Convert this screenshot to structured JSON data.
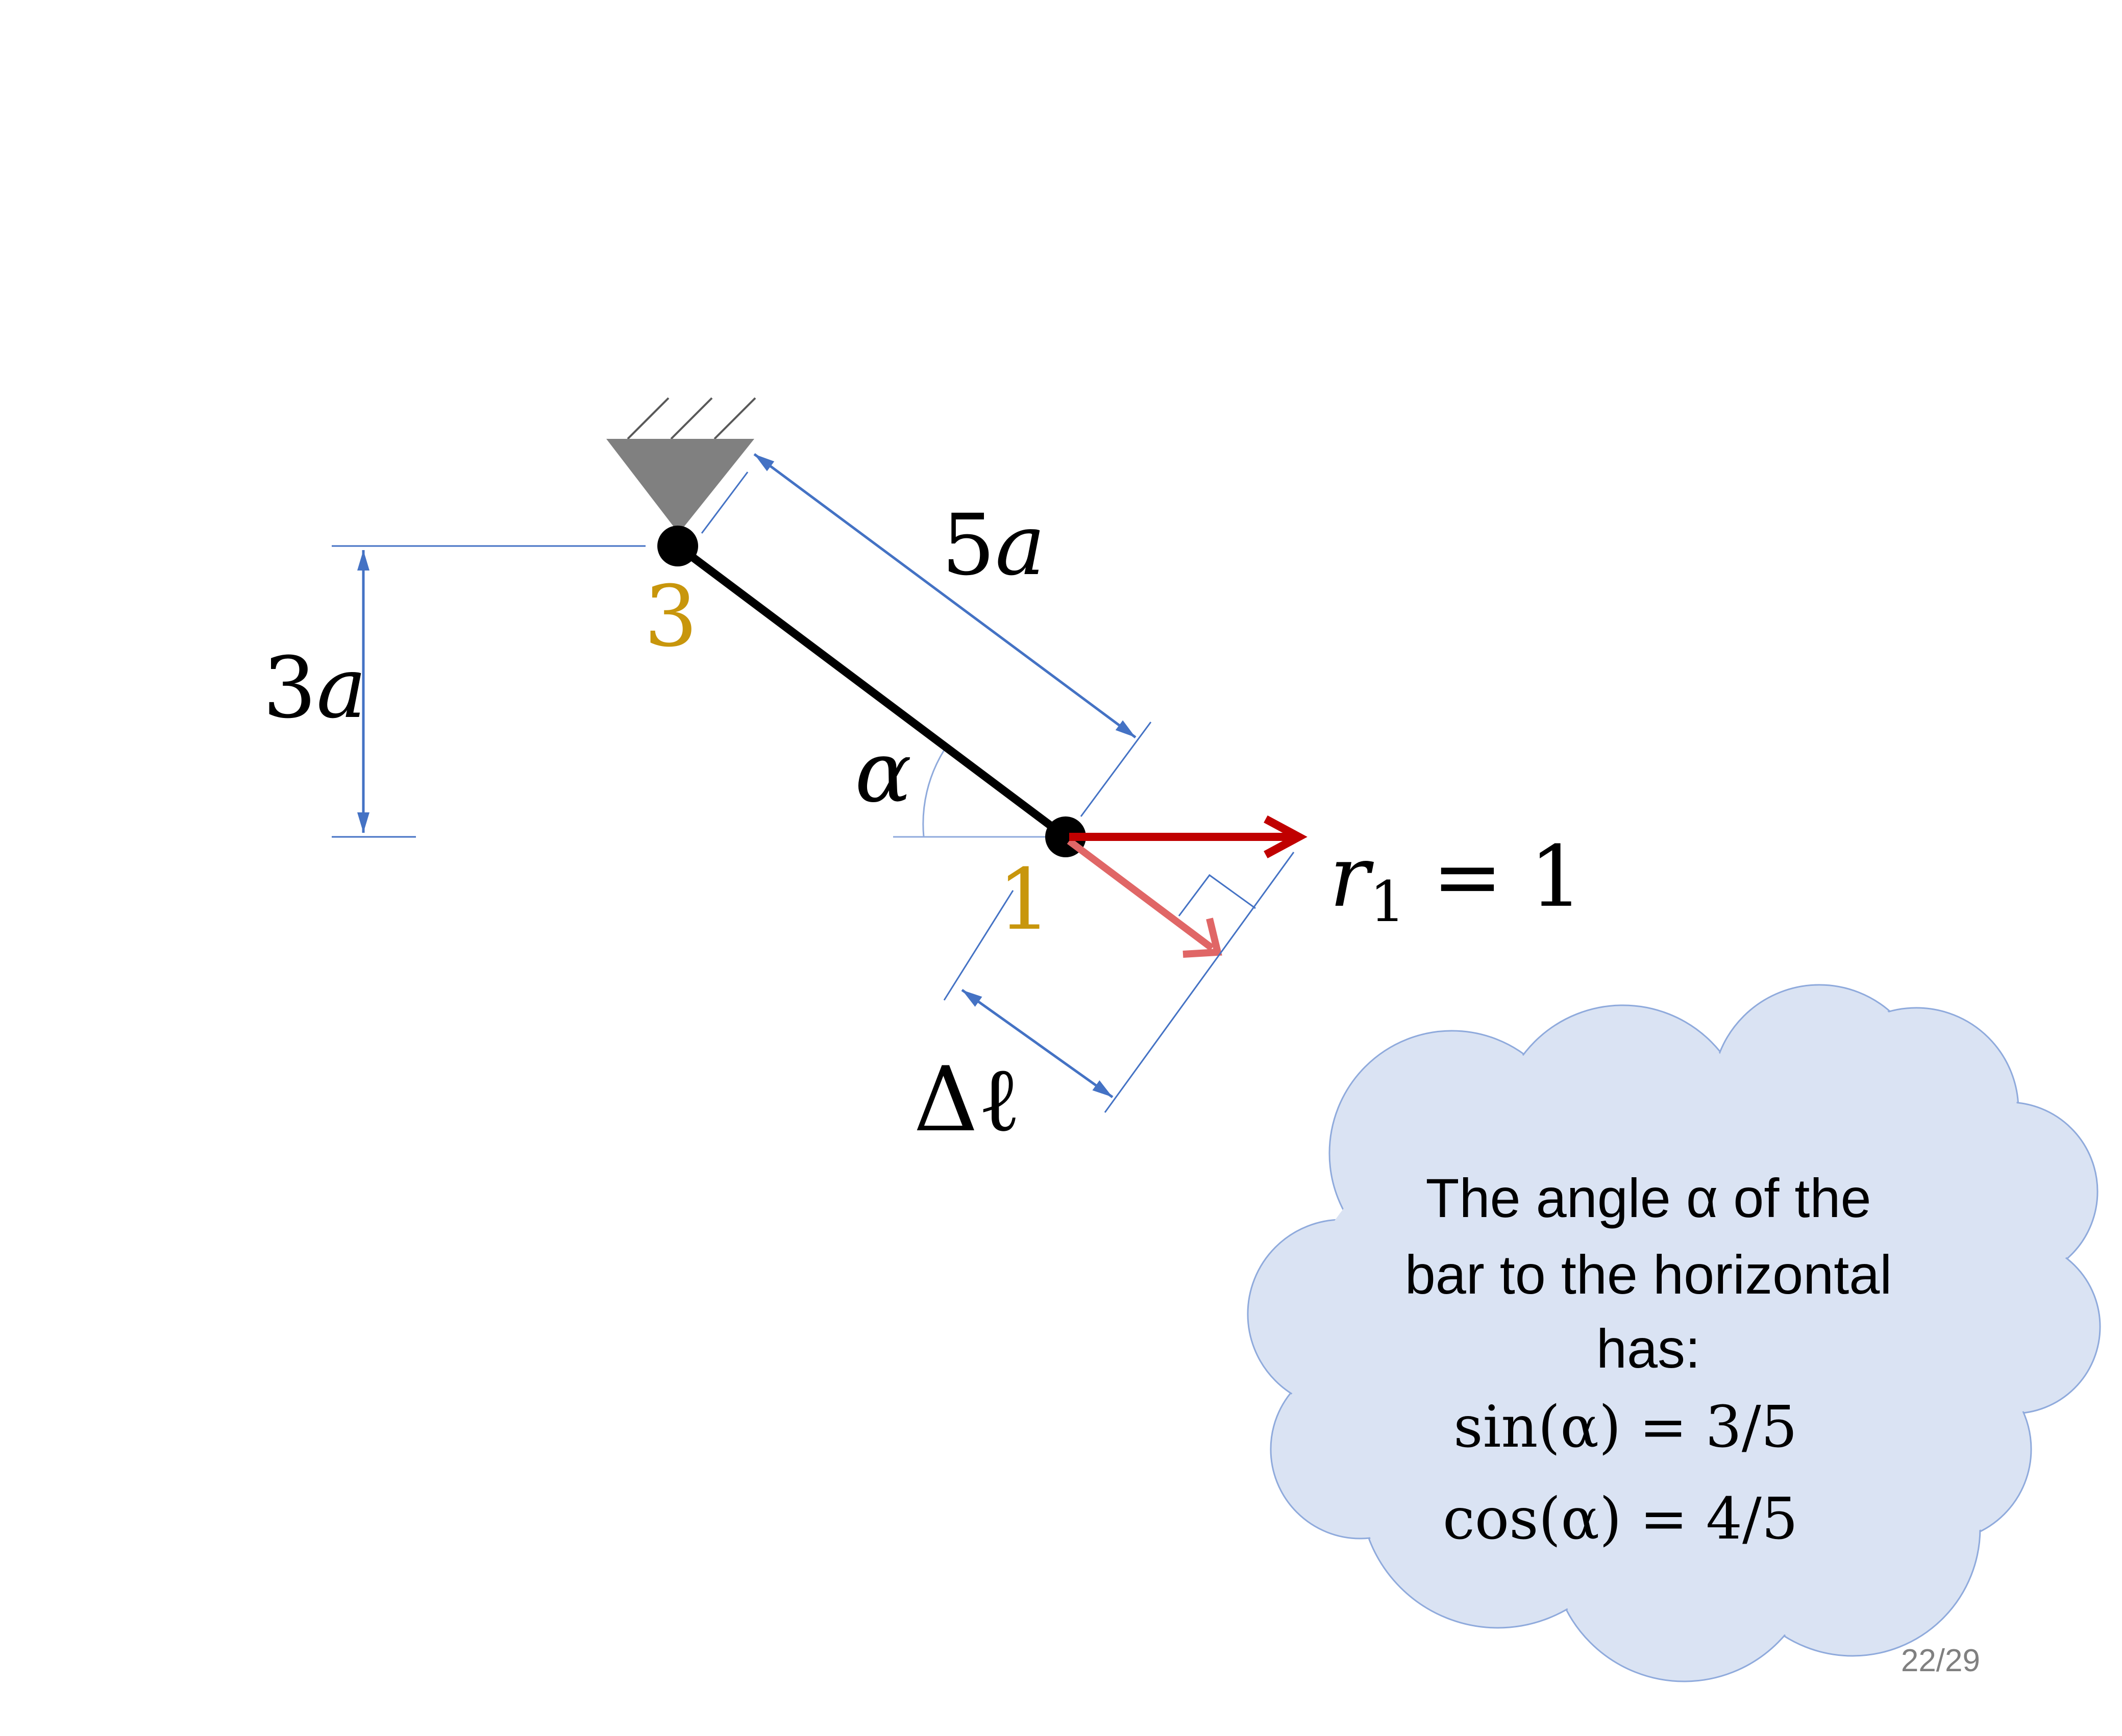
{
  "labels": {
    "length_5a": "5a",
    "height_3a": "3a",
    "alpha": "α",
    "delta_l": "Δℓ",
    "node_top": "3",
    "node_bottom": "1",
    "force_var": "r",
    "force_sub": "1",
    "force_eq": " = 1"
  },
  "callout": {
    "line1": "The angle α  of the",
    "line2": "bar to the horizontal",
    "line3": "has:",
    "sin_line": "sin(α) = 3/5",
    "cos_line": "cos(α) = 4/5"
  },
  "page_number": "22/29",
  "colors": {
    "dimension": "#4472c4",
    "bar": "#000000",
    "node_label": "#c8960c",
    "force": "#c00000",
    "force_component": "#e06666",
    "support": "#808080",
    "cloud_fill": "#dae3f3",
    "cloud_stroke": "#8faadc",
    "page_number": "#808080"
  }
}
